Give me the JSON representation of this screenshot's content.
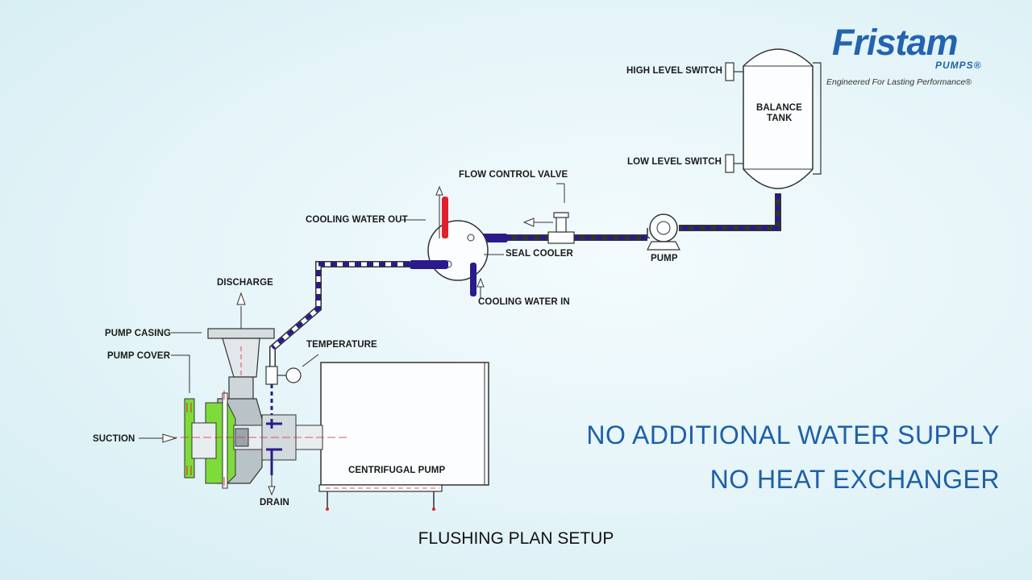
{
  "brand": {
    "name": "Fristam",
    "sub": "PUMPS®",
    "tagline": "Engineered For Lasting Performance®",
    "color": "#2363b0"
  },
  "labels": {
    "high_level_switch": "HIGH LEVEL SWITCH",
    "low_level_switch": "LOW LEVEL SWITCH",
    "balance_tank_1": "BALANCE",
    "balance_tank_2": "TANK",
    "flow_control_valve": "FLOW CONTROL VALVE",
    "cooling_water_out": "COOLING WATER OUT",
    "cooling_water_in": "COOLING WATER IN",
    "seal_cooler": "SEAL COOLER",
    "pump": "PUMP",
    "discharge": "DISCHARGE",
    "pump_casing": "PUMP CASING",
    "pump_cover": "PUMP COVER",
    "temperature": "TEMPERATURE",
    "suction": "SUCTION",
    "drain": "DRAIN",
    "centrifugal_pump": "CENTRIFUGAL PUMP"
  },
  "taglines": {
    "line1": "NO ADDITIONAL WATER SUPPLY",
    "line2": "NO HEAT EXCHANGER"
  },
  "caption": "FLUSHING PLAN SETUP",
  "colors": {
    "flush_line": "#2a1a8a",
    "cooling_out": "#e0202a",
    "cover_highlight": "#7ddc3a",
    "tagline_text": "#1f5fa8"
  }
}
